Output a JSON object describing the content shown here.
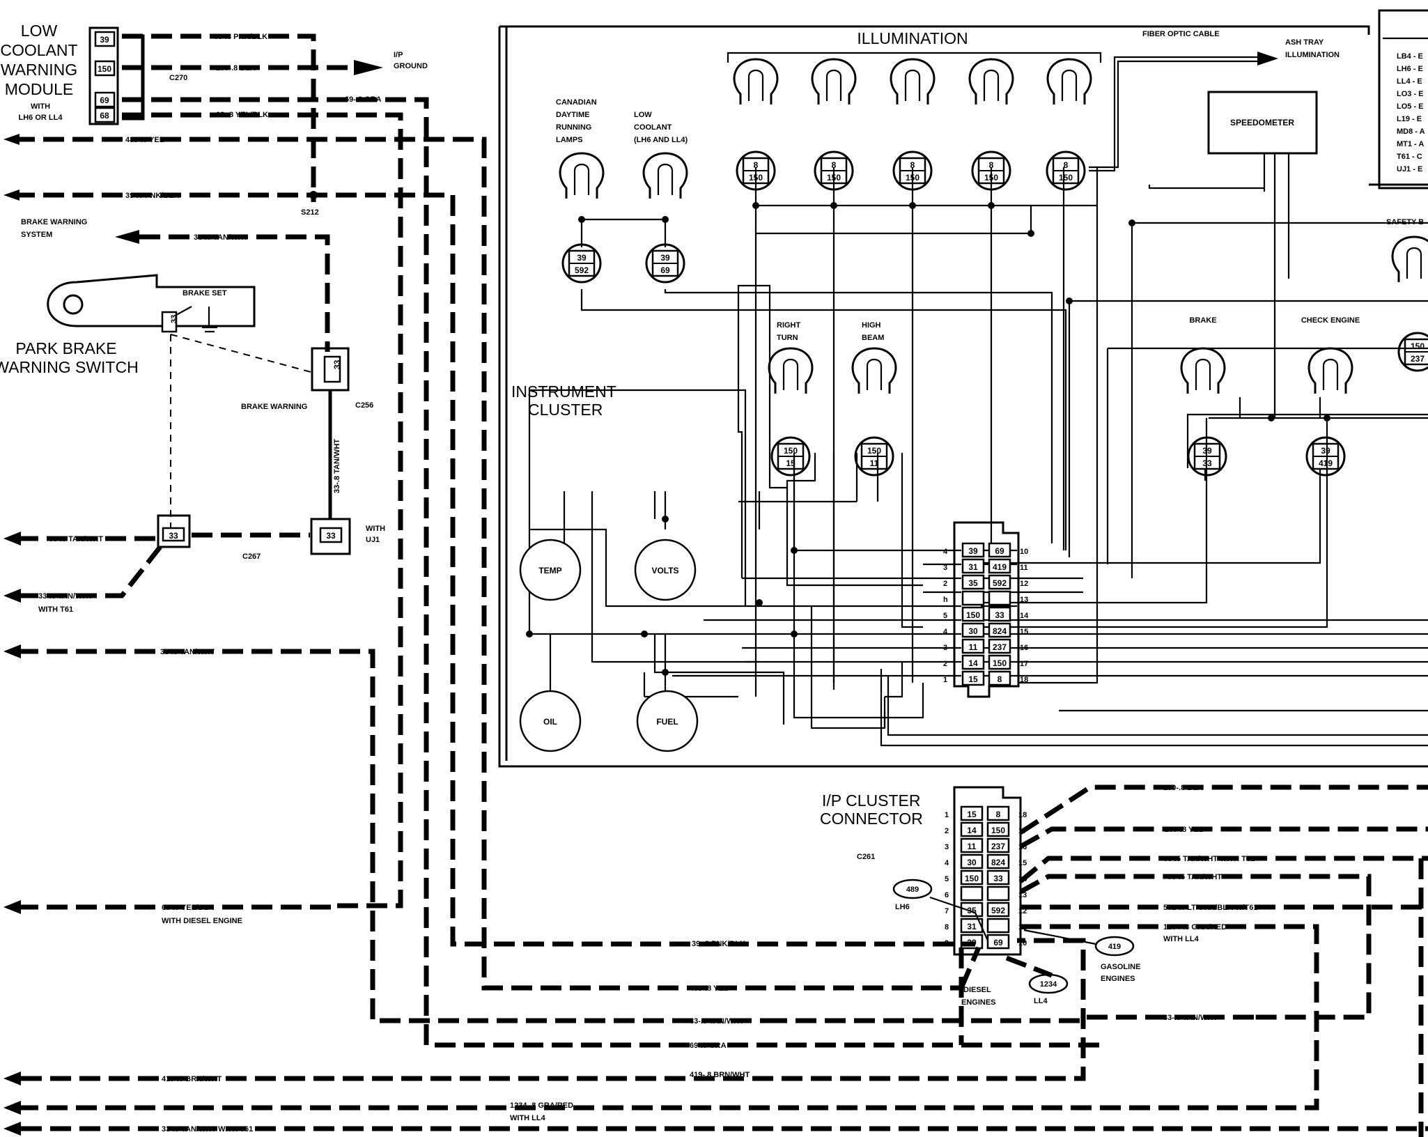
{
  "low_coolant_module": {
    "title_lines": [
      "LOW",
      "COOLANT",
      "WARNING",
      "MODULE"
    ],
    "note_lines": [
      "WITH",
      "LH6 OR LL4"
    ],
    "pins": [
      "39",
      "150",
      "69",
      "68"
    ],
    "connector": "C270"
  },
  "top_left_wires": [
    {
      "label": "39-.8 PNK/BLK"
    },
    {
      "label": "150-.8 BLK"
    },
    {
      "label": "69-.8 GRA"
    },
    {
      "label": "68-.8 YEL/BLK"
    },
    {
      "label": "489-.8 YEL"
    },
    {
      "label": "39-.8 PNK/BLK"
    }
  ],
  "ip_ground_lines": [
    "I/P",
    "GROUND"
  ],
  "splice_s212": "S212",
  "brake_warning_system_lines": [
    "BRAKE WARNING",
    "SYSTEM"
  ],
  "brake_wire": "33-.8 TAN/WHT",
  "park_brake": {
    "brake_set": "BRAKE SET",
    "pin": "33",
    "title_lines": [
      "PARK BRAKE",
      "WARNING SWITCH"
    ]
  },
  "brake_warning_connector": {
    "label": "BRAKE WARNING",
    "ref": "C256",
    "pin": "33"
  },
  "vertical_wire": "33-.8 TAN/WHT",
  "c267": {
    "ref": "C267",
    "pin_left": "33",
    "pin_right": "33",
    "with_lines": [
      "WITH",
      "UJ1"
    ]
  },
  "left_wires": [
    {
      "label": "33-.5 TAN/WHT"
    },
    {
      "label": "33-.5 TAN/WHT"
    },
    {
      "label": "WITH T61"
    },
    {
      "label": "33-.5 TAN/WHT"
    },
    {
      "label": "68-.8 YEL/BLK"
    },
    {
      "label": "WITH DIESEL ENGINE"
    }
  ],
  "instrument_cluster": {
    "title_lines": [
      "INSTRUMENT",
      "CLUSTER"
    ],
    "illumination": "ILLUMINATION",
    "fiber_optic": "FIBER OPTIC CABLE",
    "ash_tray_lines": [
      "ASH TRAY",
      "ILLUMINATION"
    ],
    "speedometer": "SPEEDOMETER",
    "canadian_lines": [
      "CANADIAN",
      "DAYTIME",
      "RUNNING",
      "LAMPS"
    ],
    "low_coolant_lines": [
      "LOW",
      "COOLANT",
      "(LH6 AND LL4)"
    ],
    "right_turn_lines": [
      "RIGHT",
      "TURN"
    ],
    "high_beam_lines": [
      "HIGH",
      "BEAM"
    ],
    "brake": "BRAKE",
    "check_engine": "CHECK ENGINE",
    "safety": "SAFETY B",
    "gauges": [
      "TEMP",
      "VOLTS",
      "OIL",
      "FUEL"
    ],
    "bulb_pins": [
      [
        "8",
        "150"
      ],
      [
        "8",
        "150"
      ],
      [
        "8",
        "150"
      ],
      [
        "8",
        "150"
      ],
      [
        "8",
        "150"
      ],
      [
        "39",
        "592"
      ],
      [
        "39",
        "69"
      ],
      [
        "150",
        "15"
      ],
      [
        "150",
        "11"
      ],
      [
        "39",
        "33"
      ],
      [
        "39",
        "419"
      ],
      [
        "150",
        "237"
      ]
    ]
  },
  "legend_partial": [
    "LB4 - E",
    "LH6 - E",
    "LL4 - E",
    "LO3 - E",
    "LO5 - E",
    "L19 - E",
    "MD8 - A",
    "MT1 - A",
    "T61 - C",
    "UJ1 - E"
  ],
  "internal_connector": {
    "left_pins": [
      "39",
      "31",
      "35",
      "",
      "150",
      "30",
      "11",
      "14",
      "15"
    ],
    "right_pins": [
      "69",
      "419",
      "592",
      "",
      "33",
      "824",
      "237",
      "150",
      "8"
    ],
    "left_nums": [
      "4",
      "3",
      "2",
      "h",
      "5",
      "4",
      "3",
      "2",
      "1"
    ],
    "right_nums": [
      "10",
      "11",
      "12",
      "13",
      "14",
      "15",
      "16",
      "17",
      "18"
    ]
  },
  "ip_connector": {
    "title_lines": [
      "I/P CLUSTER",
      "CONNECTOR"
    ],
    "ref": "C261",
    "left_pins": [
      "15",
      "14",
      "11",
      "30",
      "150",
      "",
      "35",
      "31",
      "39"
    ],
    "right_pins": [
      "8",
      "150",
      "237",
      "824",
      "33",
      "",
      "592",
      "",
      "69"
    ],
    "left_nums": [
      "1",
      "2",
      "3",
      "4",
      "5",
      "6",
      "7",
      "8",
      "9"
    ],
    "right_nums": [
      "18",
      "17",
      "16",
      "15",
      "14",
      "13",
      "12",
      "11",
      "10"
    ],
    "callouts": [
      {
        "num": "489",
        "label": "LH6"
      },
      {
        "num": "419",
        "label_lines": [
          "GASOLINE",
          "ENGINES"
        ]
      },
      {
        "num": "1234",
        "label": "LL4"
      }
    ],
    "diesel_lines": [
      "DIESEL",
      "ENGINES"
    ]
  },
  "right_wires": [
    {
      "label": "150-.8 BLK"
    },
    {
      "label": "237-.8 YEL"
    },
    {
      "label": "33-.5 TAN/WHT  WITH T61"
    },
    {
      "label": "33-.5 TAN/WHT"
    },
    {
      "label": "592-.8 LT GRN/BLK W/T61"
    },
    {
      "label": "1234-.8 GRA/RED"
    },
    {
      "label": "WITH LL4"
    },
    {
      "label": "33-.5 TAN/WHT"
    }
  ],
  "bottom_wires": [
    {
      "label": "39-.8 PNK/BLK"
    },
    {
      "label": "489-.8 YEL"
    },
    {
      "label": "33-.5 TAN/WHT"
    },
    {
      "label": "69-.8 GRA"
    },
    {
      "label": "419-.8 BRN/WHT"
    },
    {
      "label": "419-.8 BRN/WHT"
    },
    {
      "label": "1234-.8 GRA/RED"
    },
    {
      "label": "WITH LL4"
    },
    {
      "label": "33-.5 TAN/WHT   WITH T61"
    }
  ]
}
